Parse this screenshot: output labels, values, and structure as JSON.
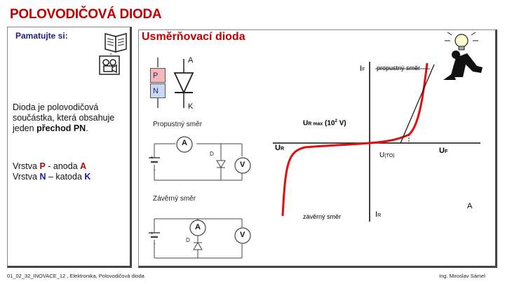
{
  "slide": {
    "title": "POLOVODIČOVÁ DIODA",
    "subtitle": "Usměrňovací dioda",
    "remember_label": "Pamatujte si:"
  },
  "description": {
    "part1": "Dioda je polovodičová součástka, která obsahuje jeden ",
    "part1_bold": "přechod PN",
    "part1_end": ".",
    "layer_prefix_1": "Vrstva ",
    "layer_p": "P",
    "layer_mid_1": " - anoda ",
    "layer_a": "A",
    "layer_prefix_2": "Vrstva ",
    "layer_n": "N",
    "layer_mid_2": " – katoda ",
    "layer_k": "K"
  },
  "diode": {
    "anode": "A",
    "cathode": "K",
    "p_layer": "P",
    "n_layer": "N"
  },
  "circuits": {
    "forward_label": "Propustný směr",
    "reverse_label": "Závěrný směr",
    "ammeter": "A",
    "voltmeter": "V",
    "diode_label": "D",
    "plus": "+",
    "minus": "-"
  },
  "characteristic": {
    "forward_region": "propustný směr",
    "reverse_region": "závěrný směr",
    "if_main": "I",
    "if_sub": "F",
    "ur_main": "U",
    "ur_sub": "R",
    "urmax_main": "U",
    "urmax_sub": "R max",
    "urmax_val": " (10",
    "urmax_exp": "2",
    "urmax_end": " V)",
    "uto_main": "U",
    "uto_sub": "(TO)",
    "uf_main": "U",
    "uf_sub": "F",
    "ir_main": "I",
    "ir_sub": "R",
    "amp_label": "A"
  },
  "footer": {
    "left": "01_02_32_INOVACE_12 , Elektronika, Polovodičová dioda",
    "right": "Ing. Miroslav Sámel"
  },
  "colors": {
    "title_red": "#c00000",
    "curve_red": "#e01010",
    "blue": "#1a1ab0",
    "p_layer": "#f4b8b8",
    "n_layer": "#c8d8f0"
  }
}
